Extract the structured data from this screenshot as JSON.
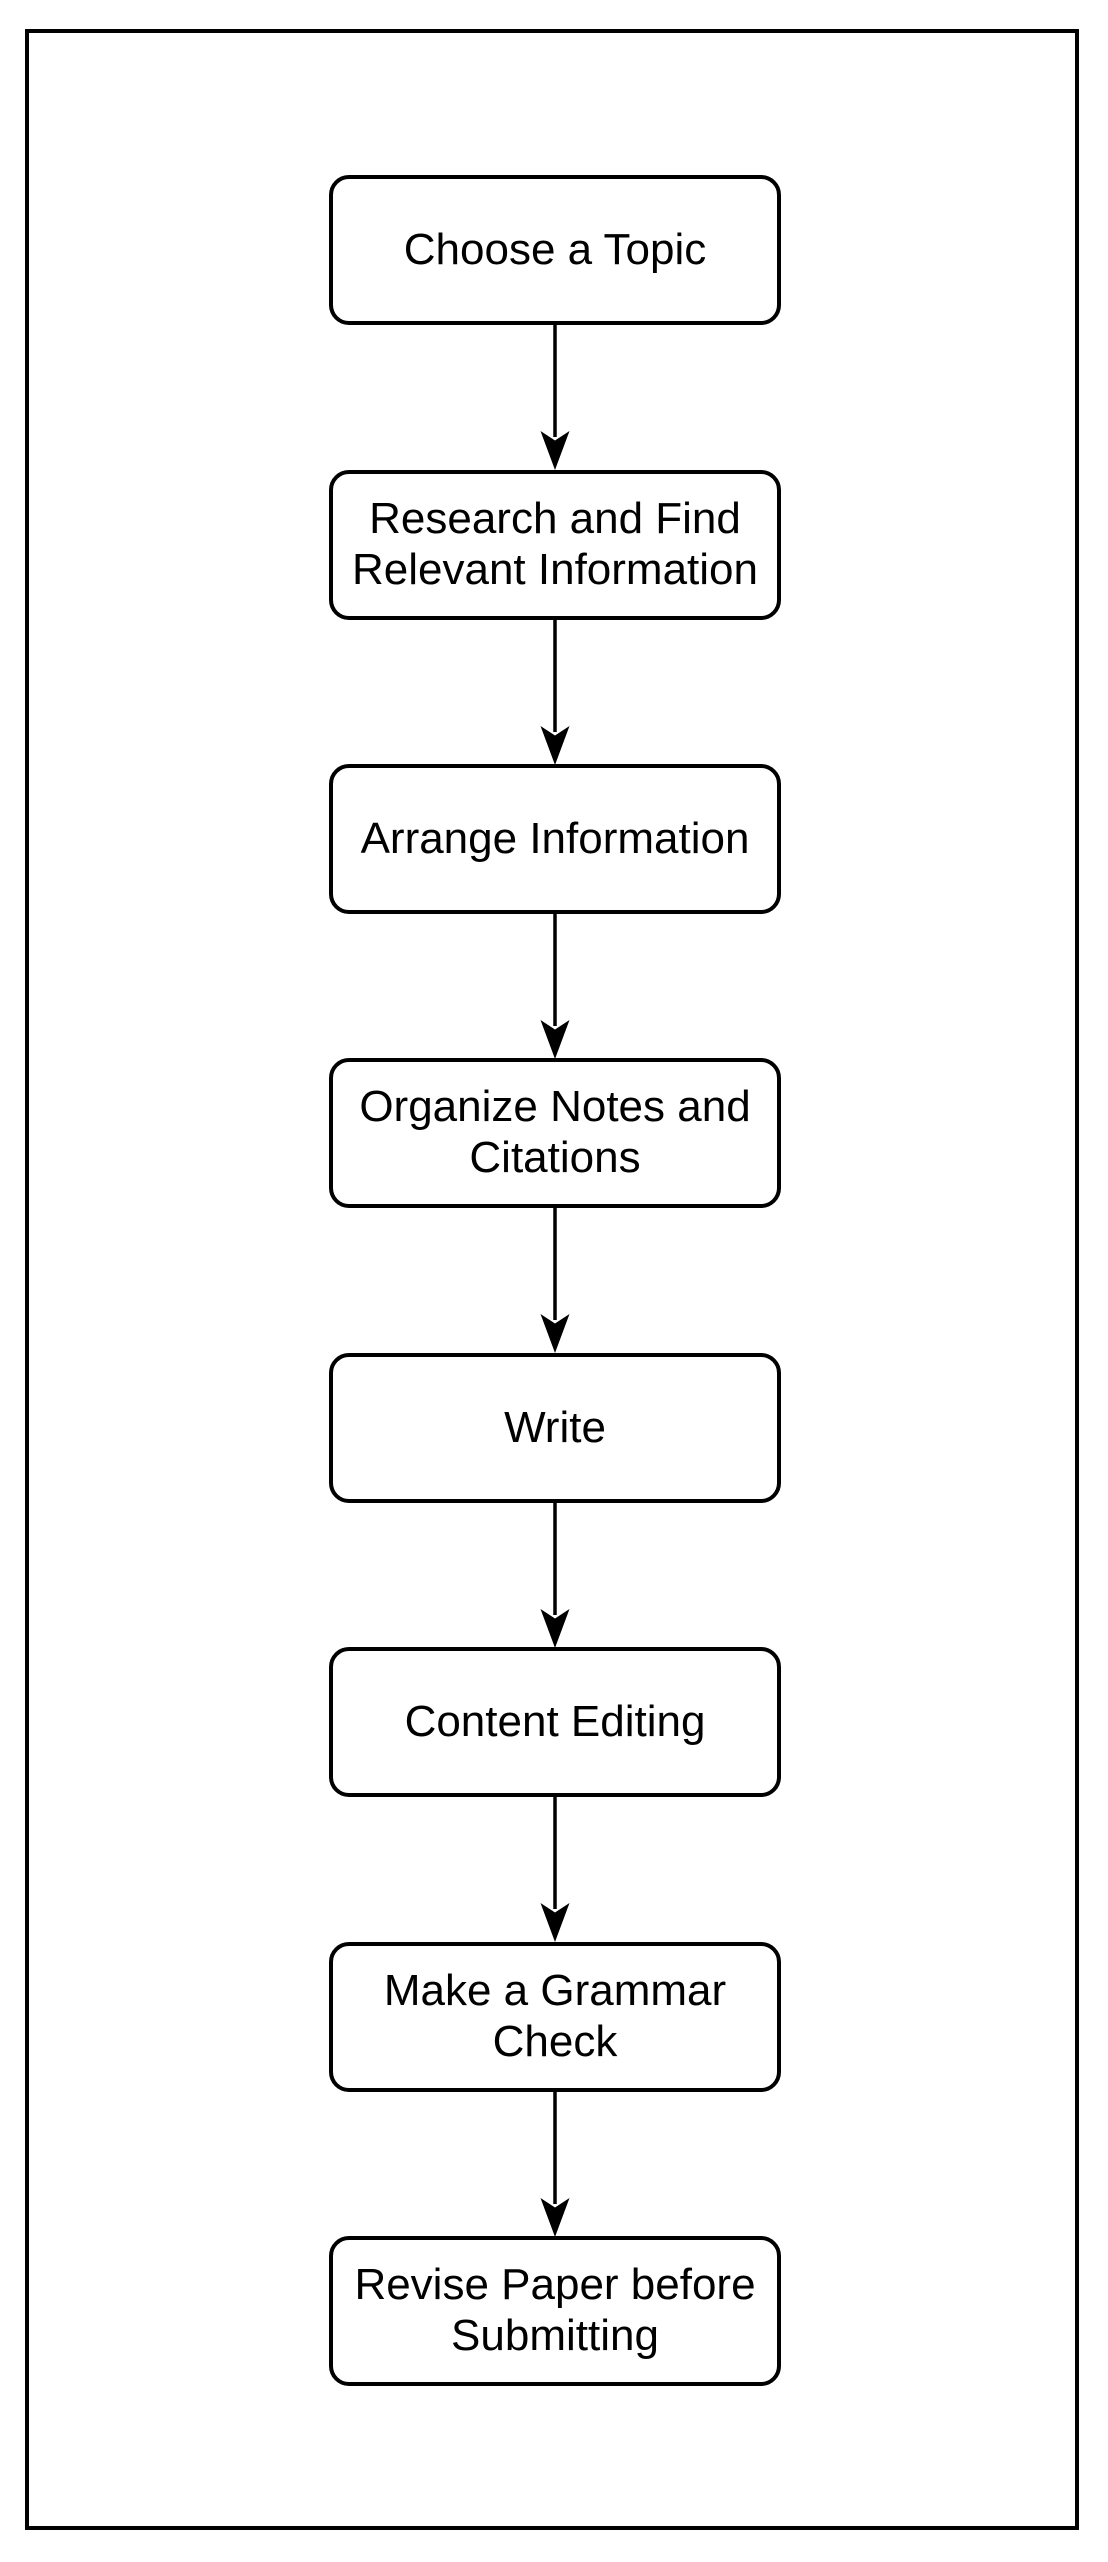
{
  "diagram": {
    "type": "flowchart",
    "direction": "top-to-bottom",
    "colors": {
      "background": "#ffffff",
      "line": "#000000",
      "node_fill": "#ffffff",
      "text": "#000000"
    },
    "steps": [
      {
        "label": "Choose a Topic"
      },
      {
        "label": "Research and Find Relevant Information"
      },
      {
        "label": "Arrange Information"
      },
      {
        "label": "Organize Notes and Citations"
      },
      {
        "label": "Write"
      },
      {
        "label": "Content Editing"
      },
      {
        "label": "Make a Grammar Check"
      },
      {
        "label": "Revise Paper before Submitting"
      }
    ],
    "connectors": 7
  }
}
